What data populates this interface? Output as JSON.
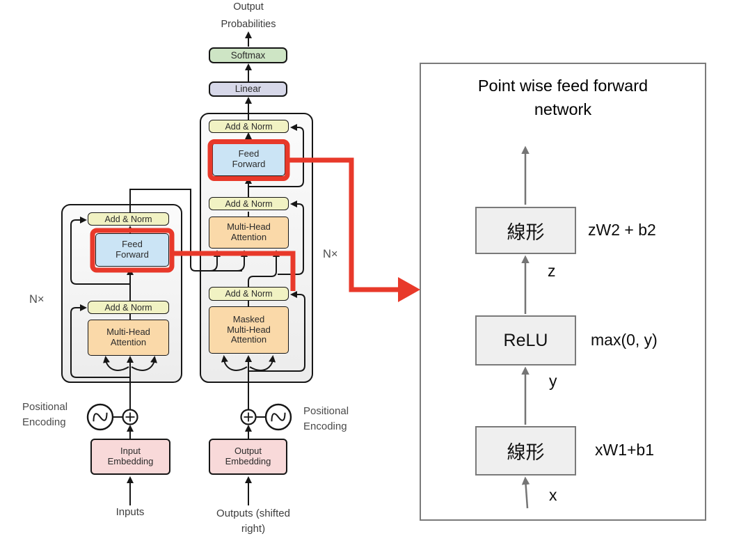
{
  "diagram": {
    "output_probabilities": "Output Probabilities",
    "softmax": "Softmax",
    "linear": "Linear",
    "add_norm": "Add & Norm",
    "feed_forward": "Feed Forward",
    "multi_head_attention": "Multi-Head Attention",
    "masked_multi_head_attention": "Masked Multi-Head Attention",
    "n_times_left": "N×",
    "n_times_right": "N×",
    "positional_encoding_left": "Positional Encoding",
    "positional_encoding_right": "Positional Encoding",
    "input_embedding": "Input Embedding",
    "output_embedding": "Output Embedding",
    "inputs": "Inputs",
    "outputs": "Outputs (shifted right)"
  },
  "panel": {
    "title": "Point wise feed forward network",
    "layers": [
      {
        "label": "線形",
        "formula": "zW2 + b2",
        "input_var": "z"
      },
      {
        "label": "ReLU",
        "formula": "max(0, y)",
        "input_var": "y"
      },
      {
        "label": "線形",
        "formula": "xW1+b1",
        "input_var": "x"
      }
    ]
  },
  "colors": {
    "highlight_red": "#e8392a",
    "softmax_green": "#cee5c5",
    "linear_lavender": "#d7d8e9",
    "add_norm_yellow": "#f1f2c3",
    "feed_forward_blue": "#cbe4f5",
    "attention_orange": "#fad9a9",
    "embedding_pink": "#f8d9d9",
    "panel_border_gray": "#7a7a7a",
    "wire_black": "#161616"
  }
}
